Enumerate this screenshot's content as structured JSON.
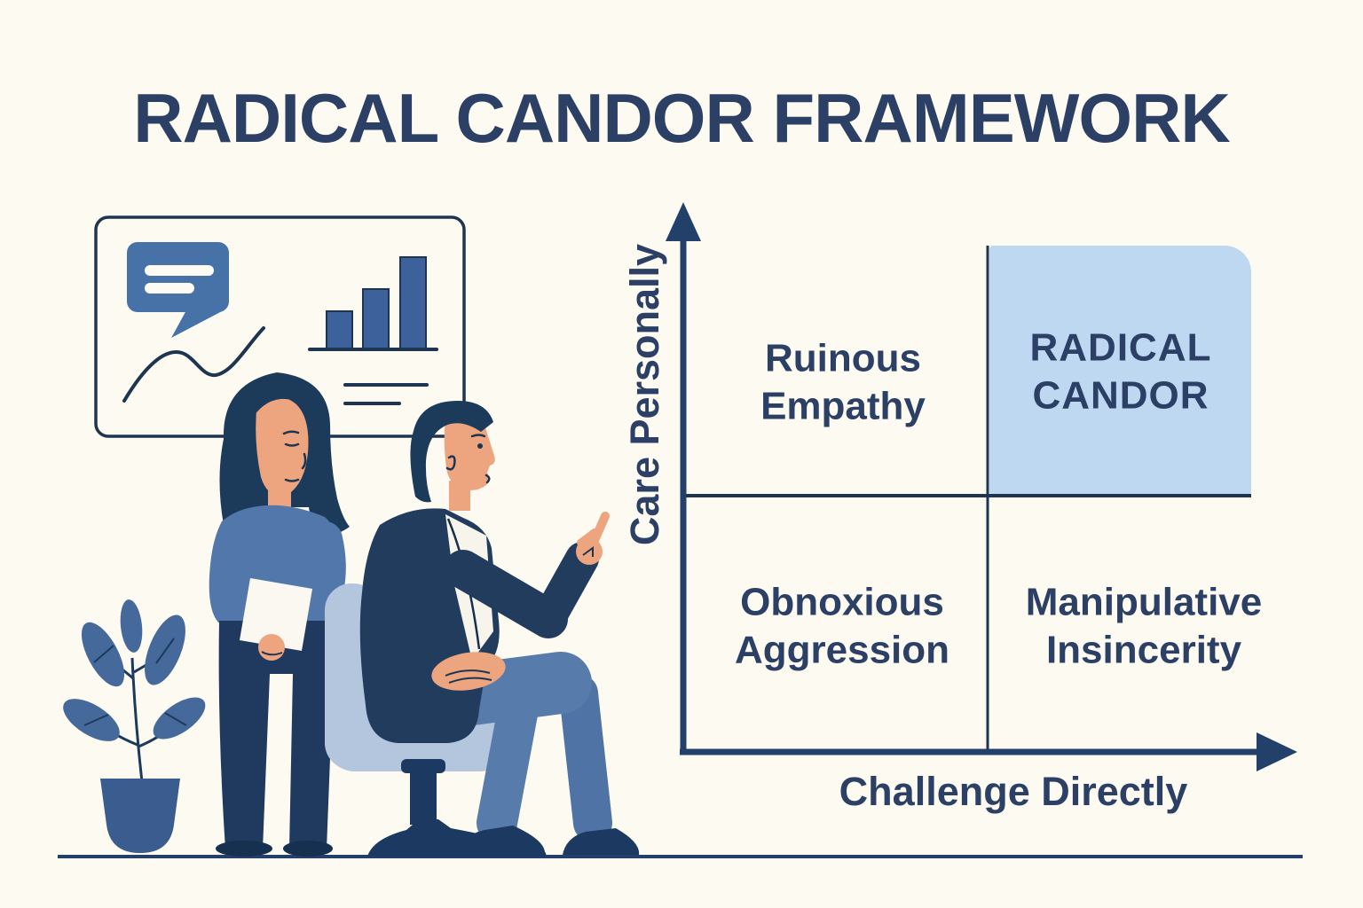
{
  "title": "RADICAL CANDOR FRAMEWORK",
  "matrix": {
    "y_axis_label": "Care Personally",
    "x_axis_label": "Challenge Directly",
    "quadrants": {
      "top_left": {
        "label": "Ruinous Empathy",
        "highlighted": false
      },
      "top_right": {
        "label": "RADICAL CANDOR",
        "highlighted": true
      },
      "bottom_left": {
        "label": "Obnoxious Aggression",
        "highlighted": false
      },
      "bottom_right": {
        "label": "Manipulative Insincerity",
        "highlighted": false
      }
    },
    "highlight_color": "#bed8f2"
  },
  "colors": {
    "background": "#fdfaf1",
    "ink": "#2c4066",
    "thin_line": "#1e3552",
    "axis": "#22406a",
    "medium_blue": "#4672a8",
    "bar_blue": "#3d619b",
    "skin": "#eda57f",
    "hair": "#1c3a5a",
    "chair": "#b3c6dd"
  },
  "illustration": {
    "parts": [
      "presentation-board",
      "speech-bubble",
      "trend-line",
      "bar-chart",
      "text-lines",
      "standing-woman",
      "seated-man-pointing",
      "office-chair",
      "potted-plant",
      "floor-line"
    ],
    "bar_heights": [
      42,
      67,
      103
    ]
  }
}
